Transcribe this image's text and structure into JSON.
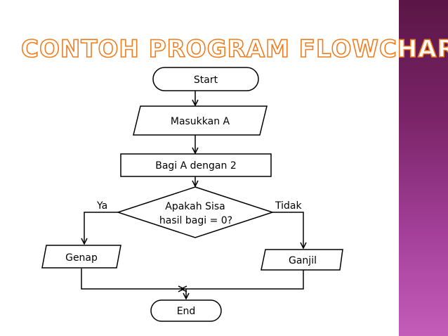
{
  "slide": {
    "title": "Contoh Program Flowchart",
    "accent_color": "#f07d1e",
    "side_bar_color": "#8b2c7e"
  },
  "flowchart": {
    "start": "Start",
    "input": "Masukkan A",
    "process": "Bagi A dengan 2",
    "decision_line1": "Apakah Sisa",
    "decision_line2": "hasil bagi = 0?",
    "yes_label": "Ya",
    "no_label": "Tidak",
    "yes_output": "Genap",
    "no_output": "Ganjil",
    "end": "End"
  }
}
